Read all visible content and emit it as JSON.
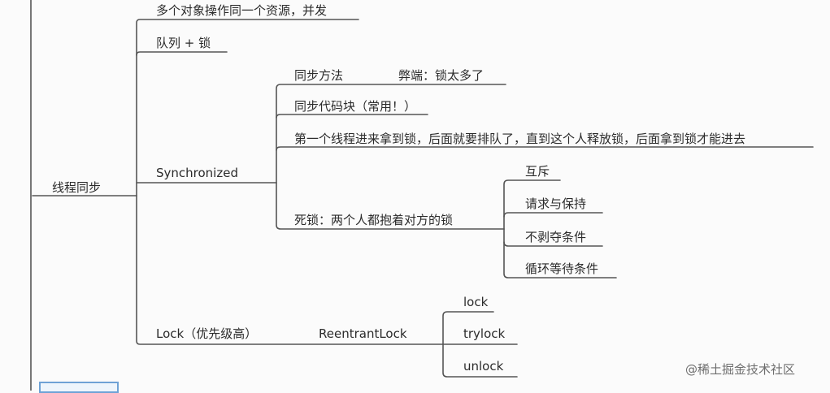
{
  "mindmap": {
    "root": "线程同步",
    "branch_concurrency": "多个对象操作同一个资源，并发",
    "branch_queue": "队列 + 锁",
    "branch_sync": "Synchronized",
    "sync_method": "同步方法",
    "sync_method_note": "弊端：锁太多了",
    "sync_block": "同步代码块（常用！）",
    "sync_flow": "第一个线程进来拿到锁，后面就要排队了，直到这个人释放锁，后面拿到锁才能进去",
    "deadlock": "死锁：两个人都抱着对方的锁",
    "deadlock_cond1": "互斥",
    "deadlock_cond2": "请求与保持",
    "deadlock_cond3": "不剥夺条件",
    "deadlock_cond4": "循环等待条件",
    "branch_lock": "Lock（优先级高）",
    "reentrant": "ReentrantLock",
    "lock_op1": "lock",
    "lock_op2": "trylock",
    "lock_op3": "unlock"
  },
  "watermark": "@稀土掘金技术社区",
  "colors": {
    "line": "#555555",
    "text": "#2b2b2b",
    "selection": "#6ea2d6"
  }
}
